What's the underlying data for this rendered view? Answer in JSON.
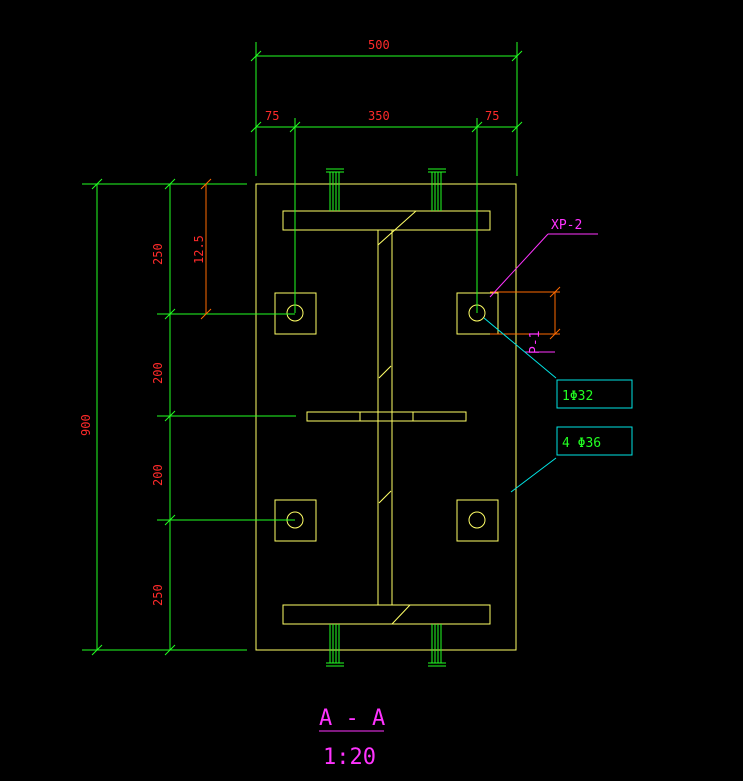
{
  "drawing": {
    "title": "A - A",
    "scale": "1:20"
  },
  "dimensions": {
    "top_total": "500",
    "top_left_edge": "75",
    "top_center": "350",
    "top_right_edge": "75",
    "left_total": "900",
    "left_seg_1": "250",
    "left_seg_2": "200",
    "left_seg_3": "200",
    "left_seg_4": "250",
    "edge_offset": "12.5"
  },
  "annotations": {
    "plate_tag": "XP-2",
    "plate_ref": "P-1",
    "bolt_single": "1Φ32",
    "bolt_group": "4 Φ36"
  },
  "colors": {
    "background": "#000000",
    "outline": "#ffff66",
    "dimension": "#22ff22",
    "dimension_text": "#ff2a2a",
    "leader_magenta": "#ff33ff",
    "label_box": "#00e5e5",
    "label_text": "#22ff22",
    "orange": "#ff6a00"
  }
}
